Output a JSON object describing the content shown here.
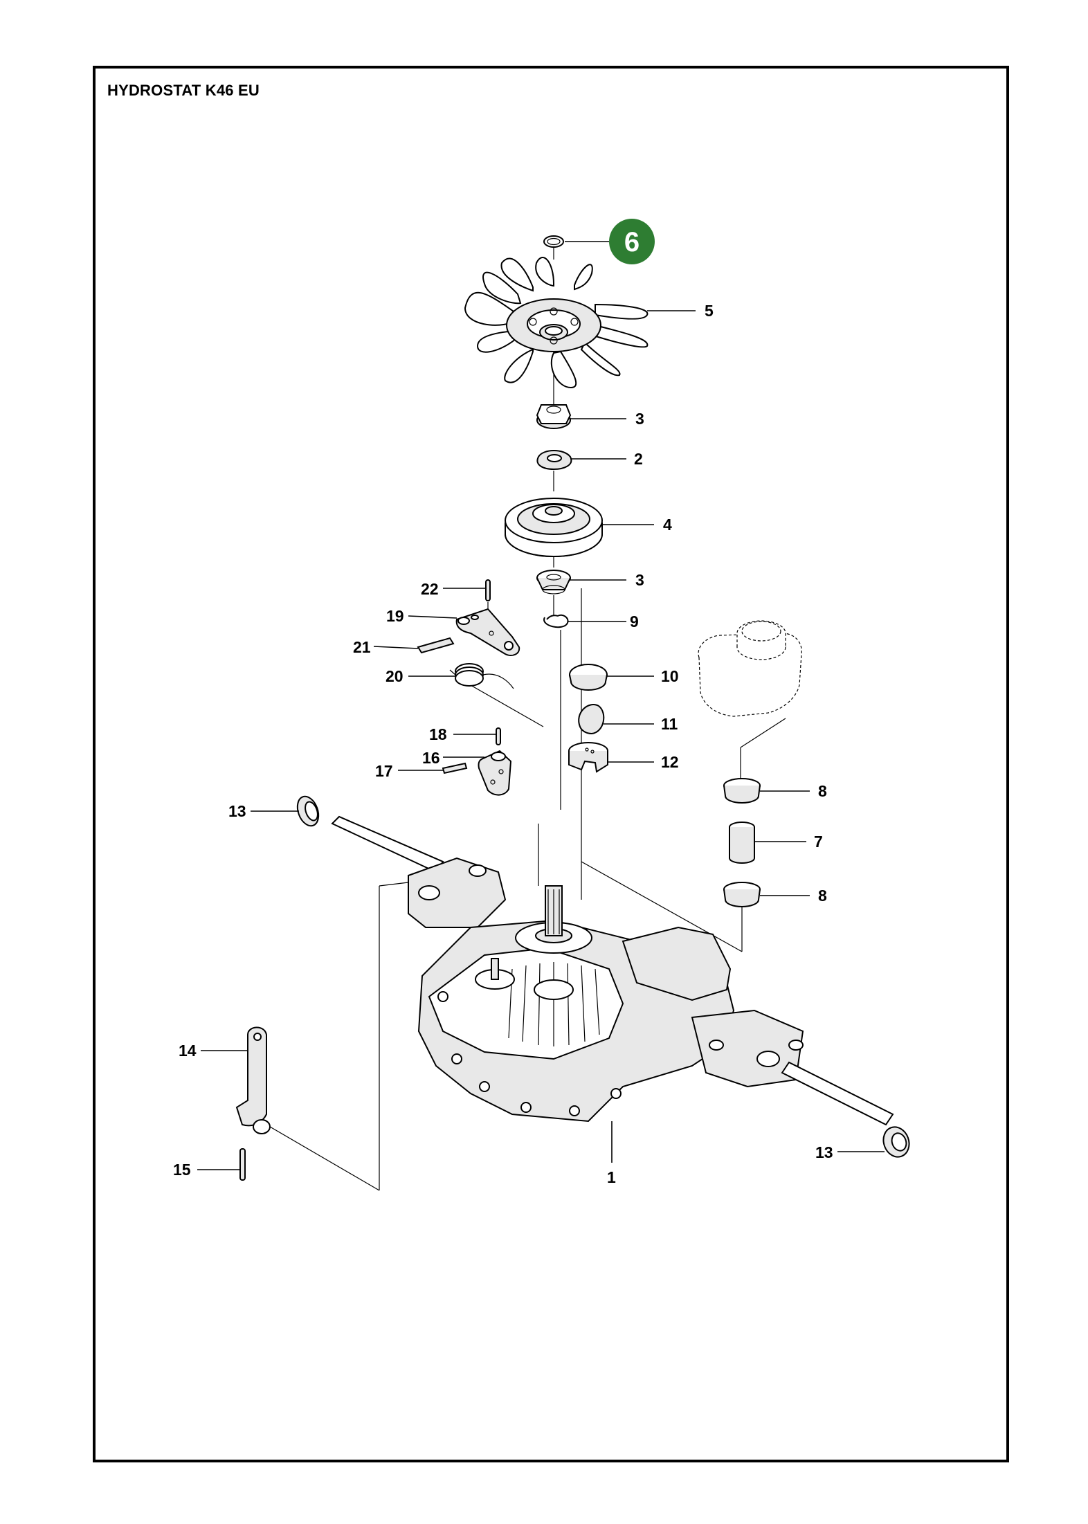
{
  "title": "HYDROSTAT K46 EU",
  "highlight": {
    "label": "6",
    "color": "#2e7d32"
  },
  "callouts": [
    {
      "id": "c5",
      "label": "5"
    },
    {
      "id": "c3a",
      "label": "3"
    },
    {
      "id": "c2",
      "label": "2"
    },
    {
      "id": "c4",
      "label": "4"
    },
    {
      "id": "c3b",
      "label": "3"
    },
    {
      "id": "c22",
      "label": "22"
    },
    {
      "id": "c9",
      "label": "9"
    },
    {
      "id": "c19",
      "label": "19"
    },
    {
      "id": "c21",
      "label": "21"
    },
    {
      "id": "c10",
      "label": "10"
    },
    {
      "id": "c20",
      "label": "20"
    },
    {
      "id": "c11",
      "label": "11"
    },
    {
      "id": "c18",
      "label": "18"
    },
    {
      "id": "c12",
      "label": "12"
    },
    {
      "id": "c16",
      "label": "16"
    },
    {
      "id": "c17",
      "label": "17"
    },
    {
      "id": "c8a",
      "label": "8"
    },
    {
      "id": "c13a",
      "label": "13"
    },
    {
      "id": "c7",
      "label": "7"
    },
    {
      "id": "c8b",
      "label": "8"
    },
    {
      "id": "c14",
      "label": "14"
    },
    {
      "id": "c13b",
      "label": "13"
    },
    {
      "id": "c15",
      "label": "15"
    },
    {
      "id": "c1",
      "label": "1"
    }
  ]
}
